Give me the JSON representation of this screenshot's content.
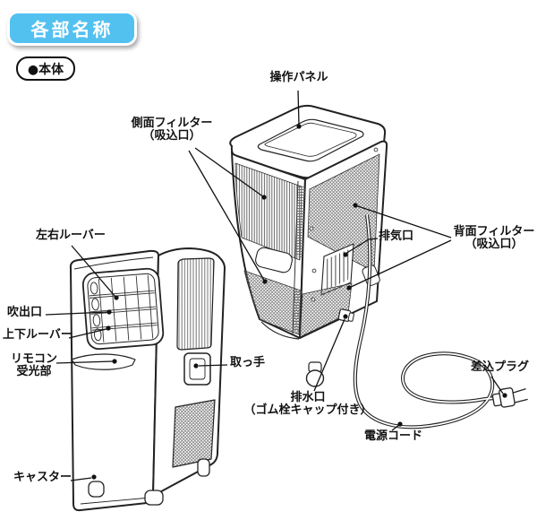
{
  "header_badge": {
    "label": "各部名称",
    "bg_color": "#53c1f0",
    "text_color": "#ffffff"
  },
  "section_pill": {
    "label": "●本体"
  },
  "diagram": {
    "ink_color": "#1a1a1a",
    "labels": {
      "operation_panel": "操作パネル",
      "side_filter_1": "側面フィルター",
      "side_filter_2": "（吸込口）",
      "rear_filter_1": "背面フィルター",
      "rear_filter_2": "（吸込口）",
      "exhaust_port": "排気口",
      "left_right_louver": "左右ルーバー",
      "air_outlet": "吹出口",
      "up_down_louver": "上下ルーバー",
      "remote_sensor_1": "リモコン",
      "remote_sensor_2": "受光部",
      "handle": "取っ手",
      "drain_1": "排水口",
      "drain_2": "（ゴム栓キャップ付き）",
      "power_cord": "電源コード",
      "plug": "差込プラグ",
      "caster": "キャスター"
    }
  }
}
